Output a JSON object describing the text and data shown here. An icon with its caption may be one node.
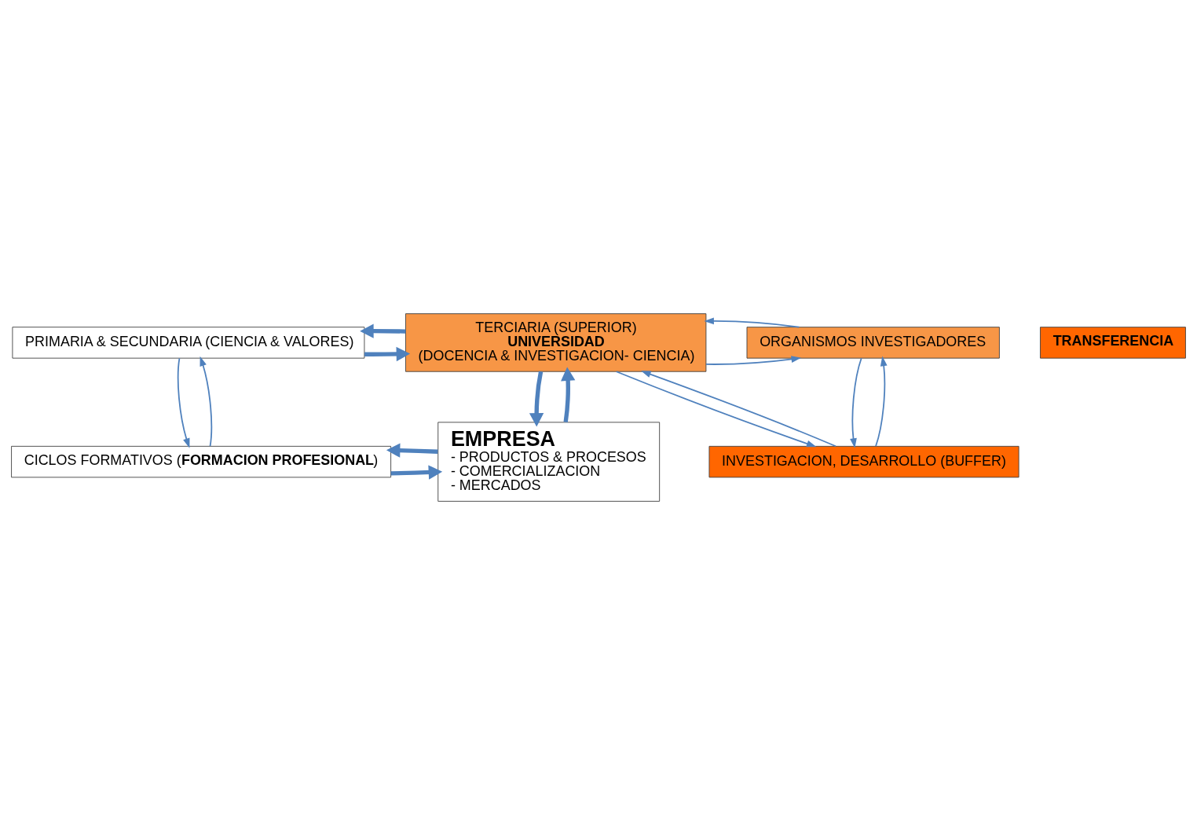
{
  "diagram": {
    "nodes": [
      {
        "text": [
          "PRIMARIA & SECUNDARIA (CIENCIA & VALORES)"
        ]
      },
      {
        "text": [
          "TERCIARIA (SUPERIOR)",
          "UNIVERSIDAD",
          "(DOCENCIA & INVESTIGACION- CIENCIA)"
        ]
      },
      {
        "text": [
          "ORGANISMOS INVESTIGADORES"
        ]
      },
      {
        "text": [
          "CICLOS FORMATIVOS (**FORMACION PROFESIONAL**)"
        ]
      },
      {
        "text": [
          "EMPRESA",
          "- PRODUCTOS & PROCESOS",
          "- COMERCIALIZACION",
          "- MERCADOS"
        ]
      },
      {
        "text": [
          "INVESTIGACION, DESARROLLO (BUFFER)"
        ]
      },
      {
        "text": [
          "TRANSFERENCIA"
        ]
      }
    ],
    "edges": [
      {
        "from": 0,
        "to": 1,
        "arrow": "to",
        "style": "thick"
      },
      {
        "from": 1,
        "to": 0,
        "arrow": "to",
        "style": "thick"
      },
      {
        "from": 1,
        "to": 2,
        "arrow": "to"
      },
      {
        "from": 2,
        "to": 1,
        "arrow": "to"
      },
      {
        "from": 0,
        "to": 3,
        "arrow": "to"
      },
      {
        "from": 3,
        "to": 0,
        "arrow": "to"
      },
      {
        "from": 1,
        "to": 4,
        "arrow": "to",
        "style": "thick"
      },
      {
        "from": 4,
        "to": 1,
        "arrow": "to",
        "style": "thick"
      },
      {
        "from": 1,
        "to": 5,
        "arrow": "to"
      },
      {
        "from": 5,
        "to": 1,
        "arrow": "to"
      },
      {
        "from": 2,
        "to": 5,
        "arrow": "to"
      },
      {
        "from": 5,
        "to": 2,
        "arrow": "to"
      },
      {
        "from": 3,
        "to": 4,
        "arrow": "to",
        "style": "thick"
      },
      {
        "from": 4,
        "to": 3,
        "arrow": "to",
        "style": "thick"
      }
    ]
  }
}
